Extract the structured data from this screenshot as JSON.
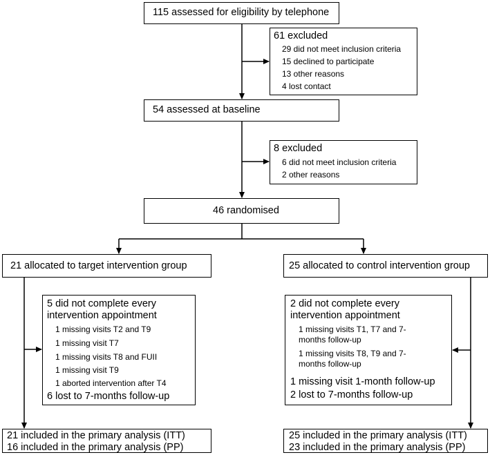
{
  "assessed_phone": "115 assessed for eligibility by telephone",
  "excluded1": {
    "title": "61 excluded",
    "items": [
      "29 did not meet inclusion criteria",
      "15 declined to participate",
      "13 other reasons",
      "4 lost contact"
    ]
  },
  "assessed_baseline": "54 assessed at baseline",
  "excluded2": {
    "title": "8 excluded",
    "items": [
      "6 did not meet inclusion criteria",
      "2 other reasons"
    ]
  },
  "randomised": "46 randomised",
  "target_group": "21 allocated to target intervention group",
  "control_group": "25 allocated to control intervention group",
  "target_dropout": {
    "title_line1": "5 did not complete every",
    "title_line2": "intervention appointment",
    "items": [
      "1 missing visits T2 and T9",
      "1 missing visit T7",
      "1 missing visits T8 and FUII",
      "1 missing visit T9",
      "1 aborted intervention after T4"
    ],
    "lost": "6 lost to 7-months follow-up"
  },
  "control_dropout": {
    "title_line1": "2 did not complete every",
    "title_line2": "intervention appointment",
    "item1_line1": "1 missing visits T1, T7 and 7-",
    "item1_line2": "months follow-up",
    "item2_line1": "1 missing visits T8, T9 and 7-",
    "item2_line2": "months follow-up",
    "missing_1month": "1 missing visit 1-month follow-up",
    "lost": "2 lost to 7-months follow-up"
  },
  "target_analysis": {
    "itt": "21 included in the primary analysis (ITT)",
    "pp": "16 included in the primary analysis (PP)"
  },
  "control_analysis": {
    "itt": "25 included in the primary analysis (ITT)",
    "pp": "23 included in the primary analysis (PP)"
  }
}
